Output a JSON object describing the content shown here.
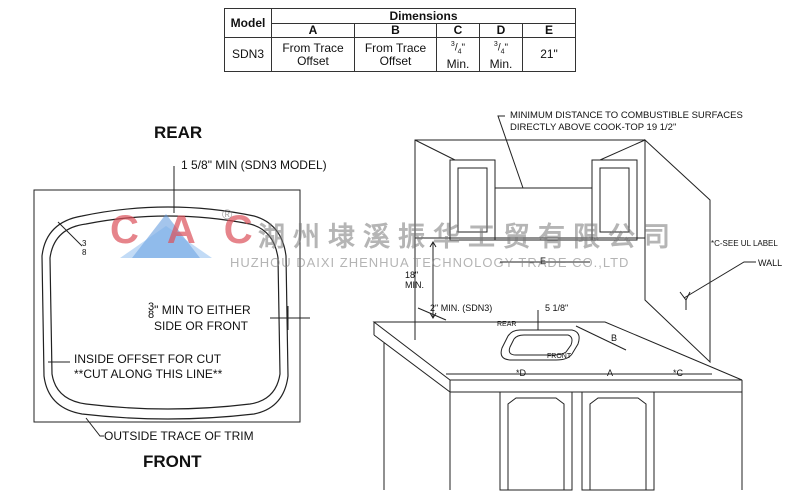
{
  "table": {
    "header_model": "Model",
    "header_dimensions": "Dimensions",
    "columns": [
      "A",
      "B",
      "C",
      "D",
      "E"
    ],
    "row": {
      "model": "SDN3",
      "a": [
        "From Trace",
        "Offset"
      ],
      "b": [
        "From Trace",
        "Offset"
      ],
      "c_num": "3",
      "c_den": "4",
      "c_unit": "\"",
      "c_label": "Min.",
      "d_num": "3",
      "d_den": "4",
      "d_unit": "\"",
      "d_label": "Min.",
      "e": "21\""
    }
  },
  "plan": {
    "rear": "REAR",
    "front": "FRONT",
    "min_rear": "1 5/8\" MIN (SDN3 MODEL)",
    "frac_num": "3",
    "frac_den": "8",
    "side_min_line1": "\" MIN TO EITHER",
    "side_min_line2": "SIDE OR FRONT",
    "inside_offset_line1": "INSIDE OFFSET FOR CUT",
    "inside_offset_line2": "**CUT ALONG THIS LINE**",
    "outside_trace": "OUTSIDE TRACE OF TRIM"
  },
  "elevation": {
    "combustible_line1": "MINIMUM DISTANCE TO COMBUSTIBLE SURFACES",
    "combustible_line2": "DIRECTLY ABOVE COOK-TOP 19 1/2\"",
    "c_see_ul": "*C-SEE UL LABEL",
    "wall": "WALL",
    "min18_line1": "18\"",
    "min18_line2": "MIN.",
    "min2_sdn3": "2\" MIN. (SDN3)",
    "dim_518": "5 1/8\"",
    "rear": "REAR",
    "front": "FRONT",
    "dim_e": "E",
    "dim_b": "B",
    "dim_a": "A",
    "dim_d": "*D",
    "dim_c": "*C"
  },
  "watermark": {
    "logo_letters": "CAC",
    "registered": "®",
    "company_cn": "湖州埭溪振华工贸有限公司",
    "company_en": "HUZHOU DAIXI ZHENHUA TECHNOLOGY TRADE CO.,LTD"
  }
}
